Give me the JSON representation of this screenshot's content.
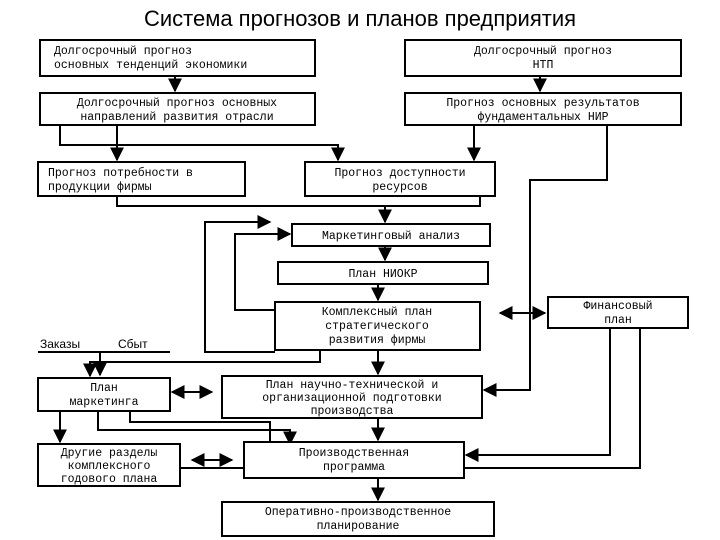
{
  "title": "Система прогнозов и планов предприятия",
  "boxes": {
    "econ_forecast": [
      "Долгосрочный прогноз",
      "основных тенденций экономики"
    ],
    "ntp_forecast": [
      "Долгосрочный прогноз",
      "НТП"
    ],
    "industry_forecast": [
      "Долгосрочный прогноз основных",
      "направлений развития отрасли"
    ],
    "research_forecast": [
      "Прогноз основных результатов",
      "фундаментальных НИР"
    ],
    "demand_forecast": [
      "Прогноз потребности в",
      "продукции фирмы"
    ],
    "resources_forecast": [
      "Прогноз доступности",
      "ресурсов"
    ],
    "marketing_analysis": [
      "Маркетинговый анализ"
    ],
    "niokr_plan": [
      "План НИОКР"
    ],
    "strategic_plan": [
      "Комплексный план",
      "стратегического",
      "развития фирмы"
    ],
    "financial_plan": [
      "Финансовый",
      "план"
    ],
    "marketing_plan": [
      "План",
      "маркетинга"
    ],
    "tech_prep_plan": [
      "План научно-технической и",
      "организационной подготовки",
      "производства"
    ],
    "other_sections": [
      "Другие разделы",
      "комплексного",
      "годового плана"
    ],
    "production_program": [
      "Производственная",
      "программа"
    ],
    "operational_planning": [
      "Оперативно-производственное",
      "планирование"
    ]
  },
  "labels": {
    "orders": "Заказы",
    "sales": "Сбыт"
  }
}
